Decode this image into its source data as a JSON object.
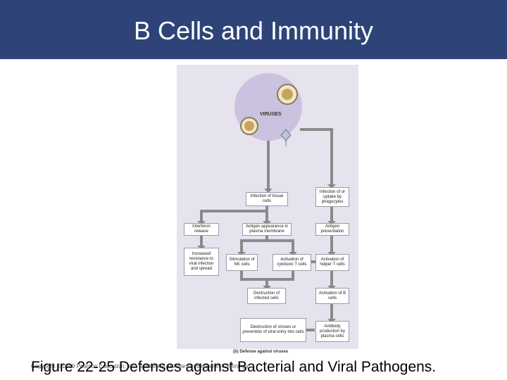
{
  "slide": {
    "title": "B Cells and Immunity",
    "caption": "Figure 22-25 Defenses against Bacterial and Viral Pathogens.",
    "copyright": "Copyright © 2009 Pearson Education, Inc., publishing as Pearson Benjamin Cummings"
  },
  "figure": {
    "viruses_label": "VIRUSES",
    "caption": "(b) Defense against viruses",
    "boxes": {
      "infection_tissue": "Infection of tissue cells",
      "infection_phagocytes": "Infection of or uptake by phagocytes",
      "interferon": "Interferon release",
      "antigen_appearance": "Antigen appearance in plasma membrane",
      "antigen_presentation": "Antigen presentation",
      "increased_resistance": "Increased resistance to viral infection and spread",
      "nk_cells": "Stimulation of NK cells",
      "cytotoxic": "Activation of cytotoxic T cells",
      "helper": "Activation of helper T cells",
      "destruction_infected": "Destruction of infected cells",
      "b_cells": "Activation of B cells",
      "destruction_viruses": "Destruction of viruses or prevention of viral entry into cells",
      "antibody": "Antibody production by plasma cells"
    },
    "colors": {
      "arrow": "#8a8a8a",
      "panel": "#e6e3ef",
      "circle": "#c9c0de"
    }
  }
}
